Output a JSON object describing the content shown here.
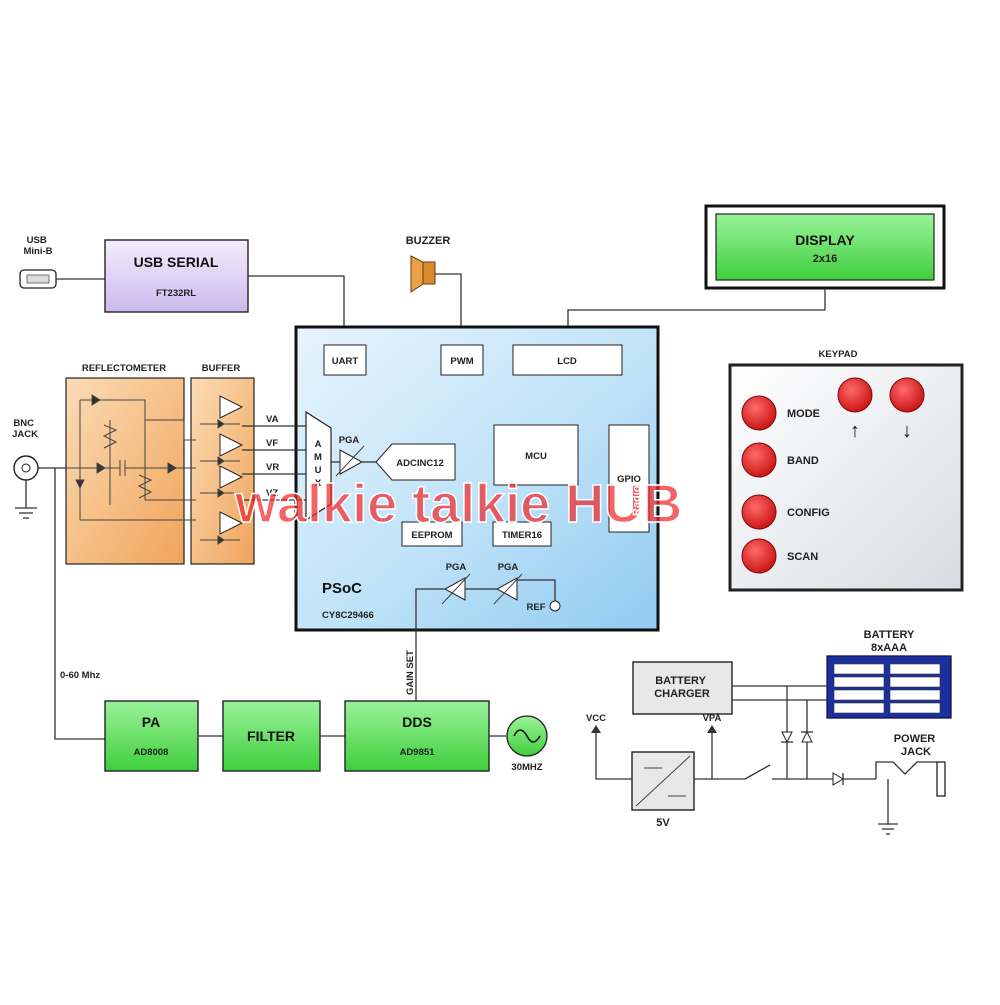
{
  "usb": {
    "connector": "USB\nMini-B",
    "serial_title": "USB SERIAL",
    "serial_chip": "FT232RL"
  },
  "buzzer": {
    "label": "BUZZER"
  },
  "display": {
    "title": "DISPLAY",
    "size": "2x16"
  },
  "psoc": {
    "name": "PSoC",
    "part": "CY8C29466",
    "uart": "UART",
    "pwm": "PWM",
    "lcd": "LCD",
    "mcu": "MCU",
    "gpio": "GPIO",
    "adc": "ADCINC12",
    "eeprom": "EEPROM",
    "timer": "TIMER16",
    "pga_a": "PGA",
    "pga_b": "PGA",
    "pga_c": "PGA",
    "ref": "REF",
    "amux": [
      "A",
      "M",
      "U",
      "X"
    ]
  },
  "rf": {
    "reflectometer": "REFLECTOMETER",
    "buffer": "BUFFER",
    "bnc": "BNC\nJACK",
    "signals": [
      "VA",
      "VF",
      "VR",
      "VZ"
    ],
    "range": "0-60 Mhz",
    "gain_set": "GAIN SET"
  },
  "keypad": {
    "title": "KEYPAD",
    "buttons": [
      "MODE",
      "BAND",
      "CONFIG",
      "SCAN"
    ],
    "up": "↑",
    "down": "↓"
  },
  "chain": {
    "pa_title": "PA",
    "pa_chip": "AD8008",
    "filter": "FILTER",
    "dds_title": "DDS",
    "dds_chip": "AD9851",
    "osc": "30MHZ"
  },
  "power": {
    "battery_title": "BATTERY",
    "battery_spec": "8xAAA",
    "charger": "BATTERY\nCHARGER",
    "vcc": "VCC",
    "vpa": "VPA",
    "regulator": "5V",
    "jack": "POWER\nJACK"
  },
  "watermark": {
    "text": "walkie talkie HUB",
    "tag": "Radio"
  },
  "colors": {
    "psoc_fill": "#bfe2f8",
    "green": "#4fd84a",
    "purple": "#ddd0f2",
    "orange": "#f6b978",
    "key_red": "#e01818",
    "battery_blue": "#1d2f9c"
  }
}
